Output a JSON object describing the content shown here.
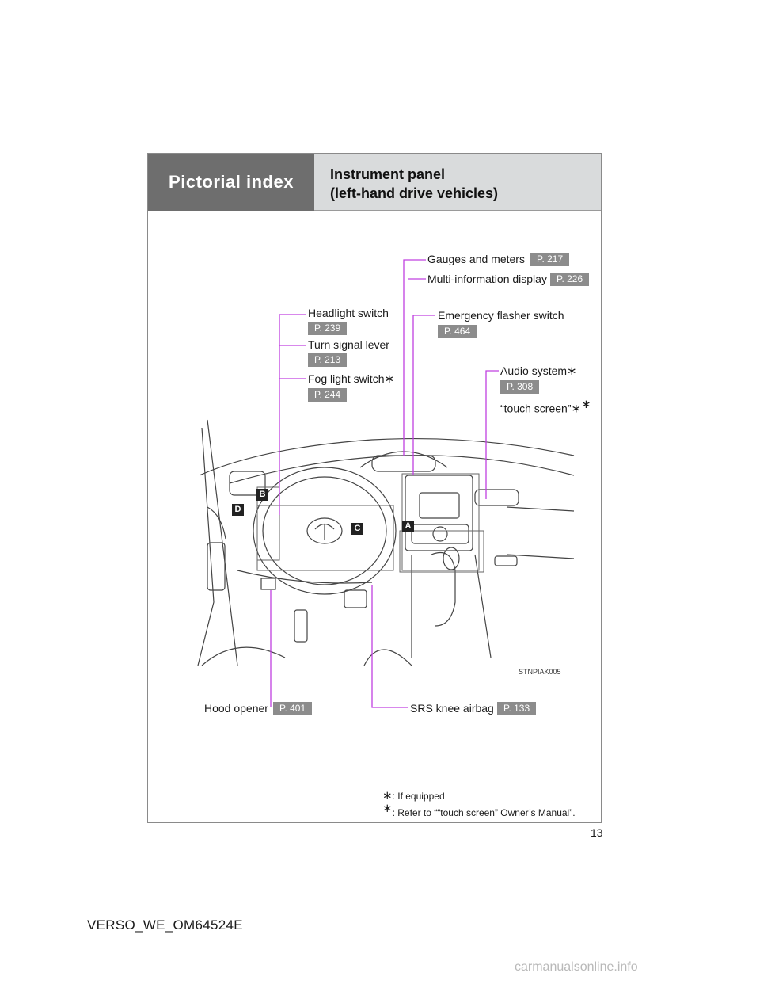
{
  "header": {
    "left_title": "Pictorial index",
    "right_title_line1": "Instrument panel",
    "right_title_line2": "(left-hand drive vehicles)"
  },
  "callouts": {
    "gauges": {
      "label": "Gauges and meters",
      "page": "P. 217"
    },
    "multi_info": {
      "label": "Multi-information display",
      "page": "P. 226"
    },
    "headlight": {
      "label": "Headlight switch",
      "page": "P. 239"
    },
    "turn_signal": {
      "label": "Turn signal lever",
      "page": "P. 213"
    },
    "fog_light": {
      "label": "Fog light switch",
      "page": "P. 244"
    },
    "emergency": {
      "label": "Emergency flasher switch",
      "page": "P. 464"
    },
    "audio": {
      "label": "Audio system",
      "page": "P. 308",
      "sub": "“touch screen”"
    },
    "hood": {
      "label": "Hood opener",
      "page": "P. 401"
    },
    "srs": {
      "label": "SRS knee airbag",
      "page": "P. 133"
    }
  },
  "badges": {
    "a": "A",
    "b": "B",
    "c": "C",
    "d": "D"
  },
  "illustration_code": "STNPIAK005",
  "footnotes": {
    "f1": ": If equipped",
    "f2": ": Refer to ““touch screen” Owner’s Manual”."
  },
  "page_number": "13",
  "doc_code": "VERSO_WE_OM64524E",
  "watermark": "carmanualsonline.info",
  "colors": {
    "callout_line": "#c040e0",
    "page_badge": "#8c8c8c",
    "header_dark": "#6e6e6e",
    "header_light": "#d9dbdc"
  }
}
